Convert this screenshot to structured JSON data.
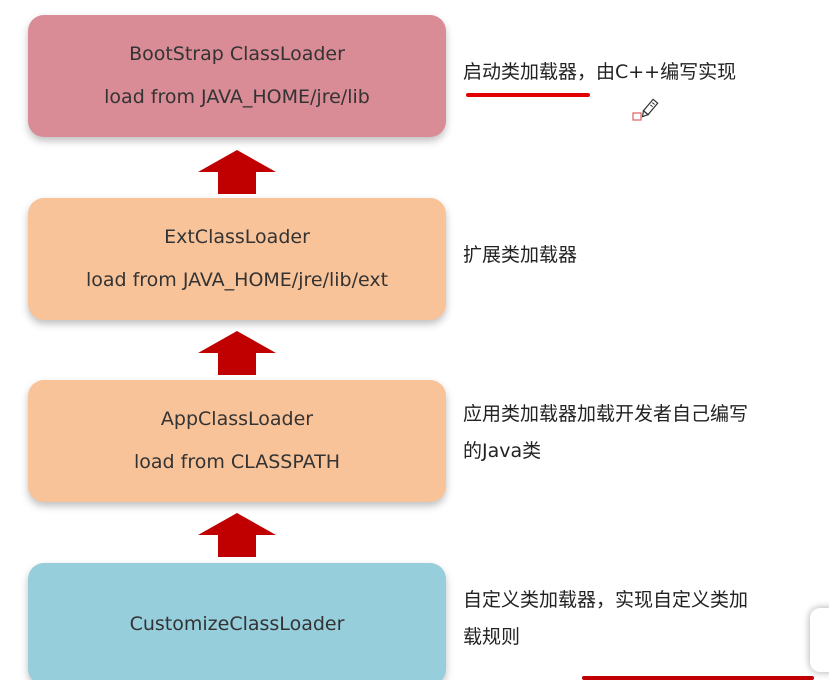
{
  "colors": {
    "bootstrap_fill": "#D98B96",
    "ext_fill": "#F9C39A",
    "app_fill": "#F9C39A",
    "custom_fill": "#96CEDC",
    "arrow": "#C00000",
    "underline": "#E00000"
  },
  "loaders": [
    {
      "name": "BootStrap ClassLoader",
      "path": "load from JAVA_HOME/jre/lib",
      "note": "启动类加载器，由C++编写实现"
    },
    {
      "name": "ExtClassLoader",
      "path": "load from JAVA_HOME/jre/lib/ext",
      "note": "扩展类加载器"
    },
    {
      "name": "AppClassLoader",
      "path": "load from CLASSPATH",
      "note_line1": "应用类加载器加载开发者自己编写",
      "note_line2": "的Java类"
    },
    {
      "name": "CustomizeClassLoader",
      "note_line1": "自定义类加载器，实现自定义类加",
      "note_line2": "载规则"
    }
  ],
  "icons": [
    "up-arrow-icon",
    "pencil-cursor-icon"
  ]
}
